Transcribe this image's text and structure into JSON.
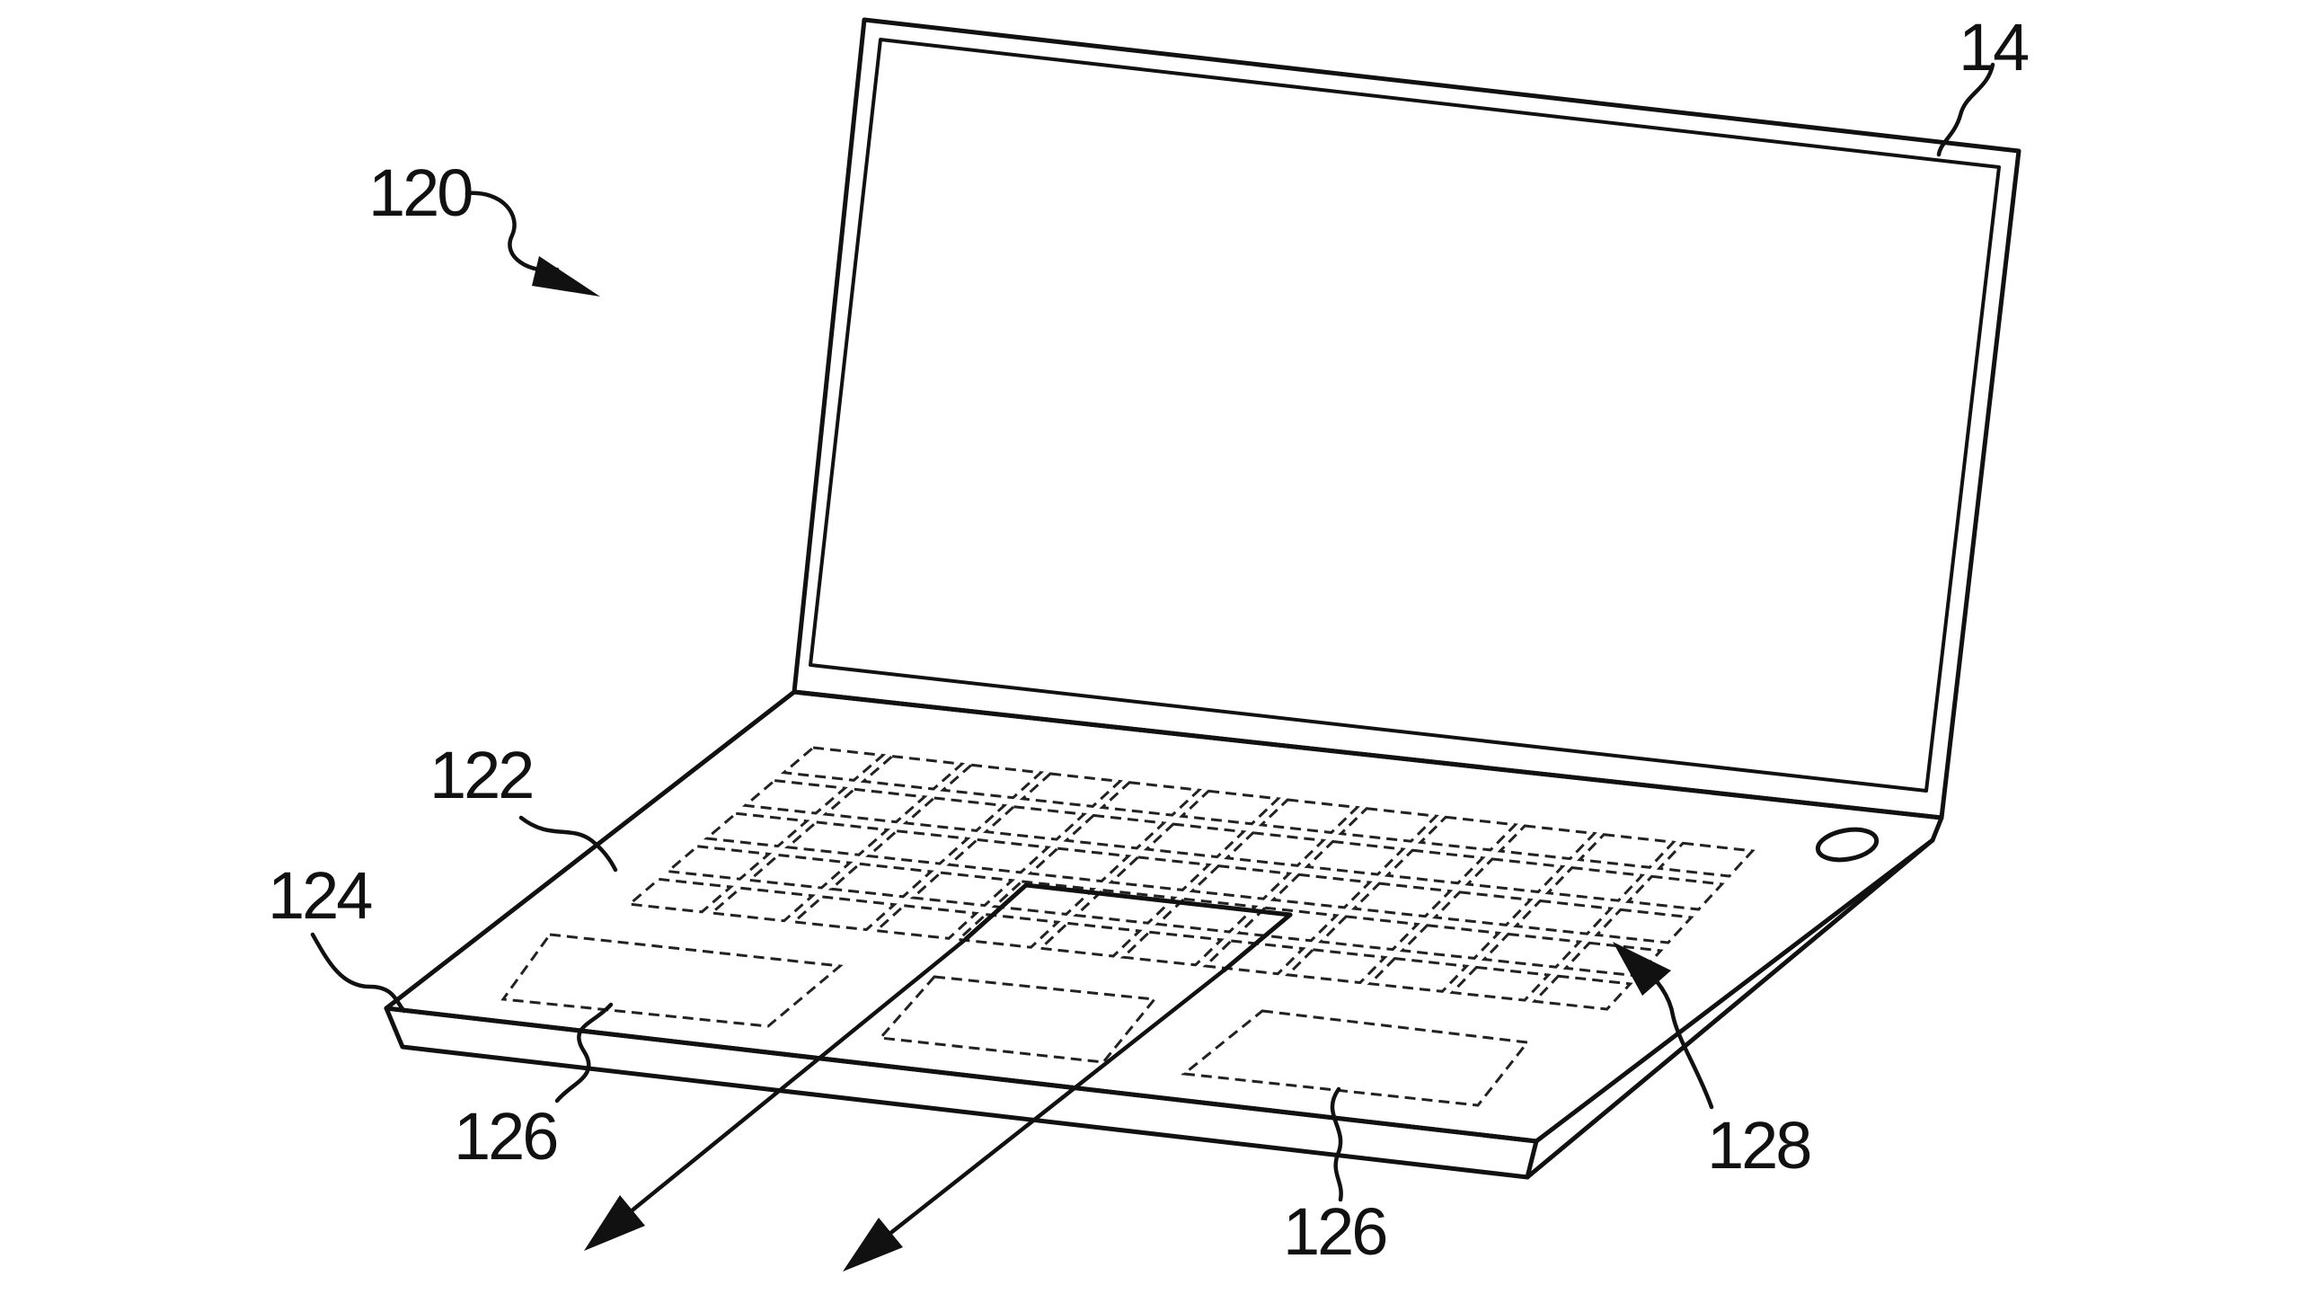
{
  "labels": {
    "device": "120",
    "display": "14",
    "upper_surface": "122",
    "edge": "124",
    "pad_left": "126",
    "pad_right": "126",
    "keyboard_region": "128"
  },
  "colors": {
    "line": "#111111",
    "background": "#ffffff"
  }
}
